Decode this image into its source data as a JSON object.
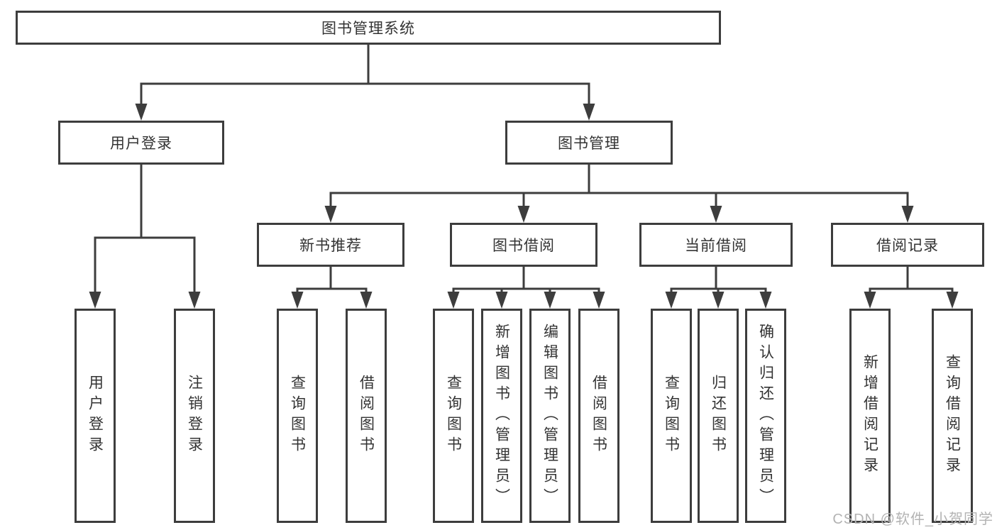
{
  "diagram_title": "图书管理系统",
  "tree": {
    "root": {
      "label": "图书管理系统"
    },
    "branches": [
      {
        "label": "用户登录",
        "children": [
          {
            "label": "用户登录"
          },
          {
            "label": "注销登录"
          }
        ]
      },
      {
        "label": "图书管理",
        "children": [
          {
            "label": "新书推荐",
            "children": [
              {
                "label": "查询图书"
              },
              {
                "label": "借阅图书"
              }
            ]
          },
          {
            "label": "图书借阅",
            "children": [
              {
                "label": "查询图书"
              },
              {
                "label": "新增图书（管理员）"
              },
              {
                "label": "编辑图书（管理员）"
              },
              {
                "label": "借阅图书"
              }
            ]
          },
          {
            "label": "当前借阅",
            "children": [
              {
                "label": "查询图书"
              },
              {
                "label": "归还图书"
              },
              {
                "label": "确认归还（管理员）"
              }
            ]
          },
          {
            "label": "借阅记录",
            "children": [
              {
                "label": "新增借阅记录"
              },
              {
                "label": "查询借阅记录"
              }
            ]
          }
        ]
      }
    ]
  },
  "watermark": {
    "text": "CSDN @软件_小贺同学"
  },
  "colors": {
    "line": "#3d3d3d",
    "text": "#333333",
    "node_background": "#ffffff",
    "watermark": "#b3b3b3",
    "background": "#ffffff"
  }
}
